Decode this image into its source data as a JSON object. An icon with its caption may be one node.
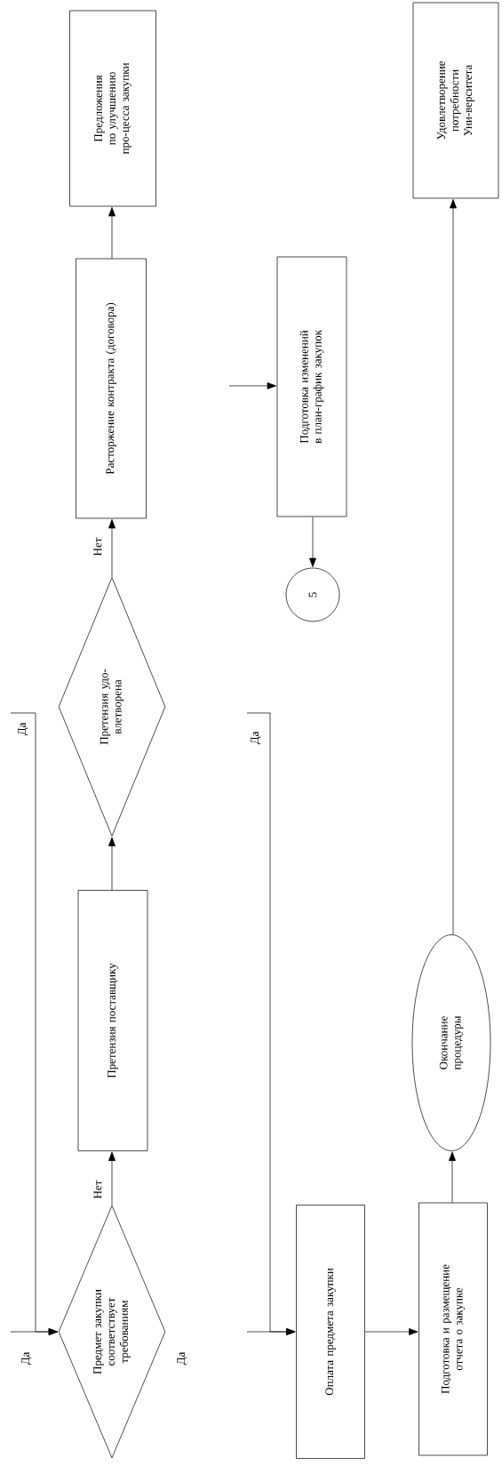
{
  "diagram": {
    "nodes": [
      {
        "text": [
          "Предмет закупки соответствует требованиям"
        ],
        "beside": [
          "Да"
        ]
      },
      {
        "text": [
          "Претензия поставщику"
        ]
      },
      {
        "text": [
          "Претензия удо-влетворена"
        ]
      },
      {
        "text": [
          "Расторжение контракта (договора)"
        ]
      },
      {
        "text": [
          "Предложения по улучшению про-цесса закупки"
        ]
      },
      {
        "text": [
          "Подготовка изменений в план-график закупок"
        ]
      },
      {
        "text": [
          "5"
        ]
      },
      {
        "text": [
          "Оплата предмета закупки"
        ]
      },
      {
        "text": [
          "Подготовка и размещение отчета о закупке"
        ]
      },
      {
        "text": [
          "Окончание процедуры"
        ]
      },
      {
        "text": [
          "Удовлетворение потребности Уни-верситета"
        ]
      }
    ],
    "edges": [
      {
        "from": 0,
        "to": 1,
        "arrow": "to",
        "label": "Нет"
      },
      {
        "from": 1,
        "to": 2,
        "arrow": "to"
      },
      {
        "from": 2,
        "to": 3,
        "arrow": "to",
        "label": "Нет"
      },
      {
        "from": 3,
        "to": 4,
        "arrow": "to"
      },
      {
        "from": 2,
        "to": 7,
        "arrow": "to",
        "label": "Да"
      },
      {
        "from": null,
        "to": 0,
        "arrow": "to",
        "label": "Да"
      },
      {
        "from": null,
        "to": 0,
        "arrow": "to",
        "label": "Да"
      },
      {
        "from": null,
        "to": 7,
        "arrow": "to"
      },
      {
        "from": 7,
        "to": 8,
        "arrow": "to"
      },
      {
        "from": 8,
        "to": 9,
        "arrow": "to"
      },
      {
        "from": 9,
        "to": 10,
        "arrow": "to"
      },
      {
        "from": null,
        "to": 5,
        "arrow": "to"
      },
      {
        "from": 5,
        "to": 6,
        "arrow": "to"
      }
    ]
  }
}
